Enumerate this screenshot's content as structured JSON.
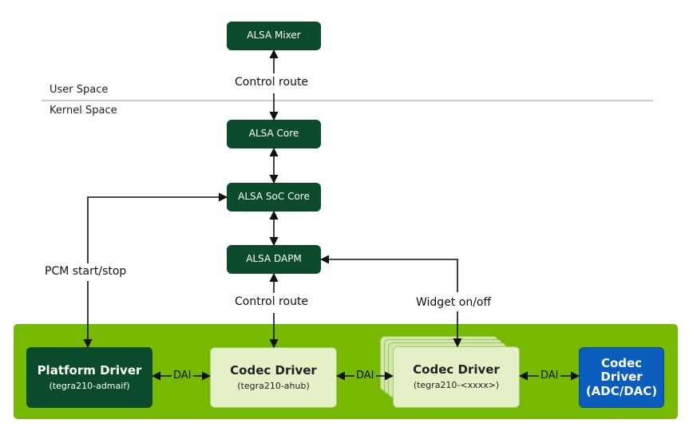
{
  "spaces": {
    "user": "User Space",
    "kernel": "Kernel Space"
  },
  "nodes": {
    "alsa_mixer": "ALSA Mixer",
    "alsa_core": "ALSA Core",
    "alsa_soc_core": "ALSA SoC Core",
    "alsa_dapm": "ALSA DAPM",
    "platform_driver": {
      "title": "Platform Driver",
      "sub": "(tegra210-admaif)"
    },
    "codec_driver_ahub": {
      "title": "Codec Driver",
      "sub": "(tegra210-ahub)"
    },
    "codec_driver_x": {
      "title": "Codec Driver",
      "sub": "(tegra210-<xxxx>)"
    },
    "codec_hw": {
      "line1": "Codec",
      "line2": "Driver",
      "line3": "(ADC/DAC)"
    }
  },
  "labels": {
    "control_route_top": "Control route",
    "control_route_bottom": "Control route",
    "pcm": "PCM start/stop",
    "widget": "Widget on/off",
    "dai": "DAI"
  },
  "colors": {
    "dark_box": "#0b4a2b",
    "panel": "#76b900",
    "light_box": "#e4f1c7",
    "codec_hw": "#0b5dbd"
  }
}
